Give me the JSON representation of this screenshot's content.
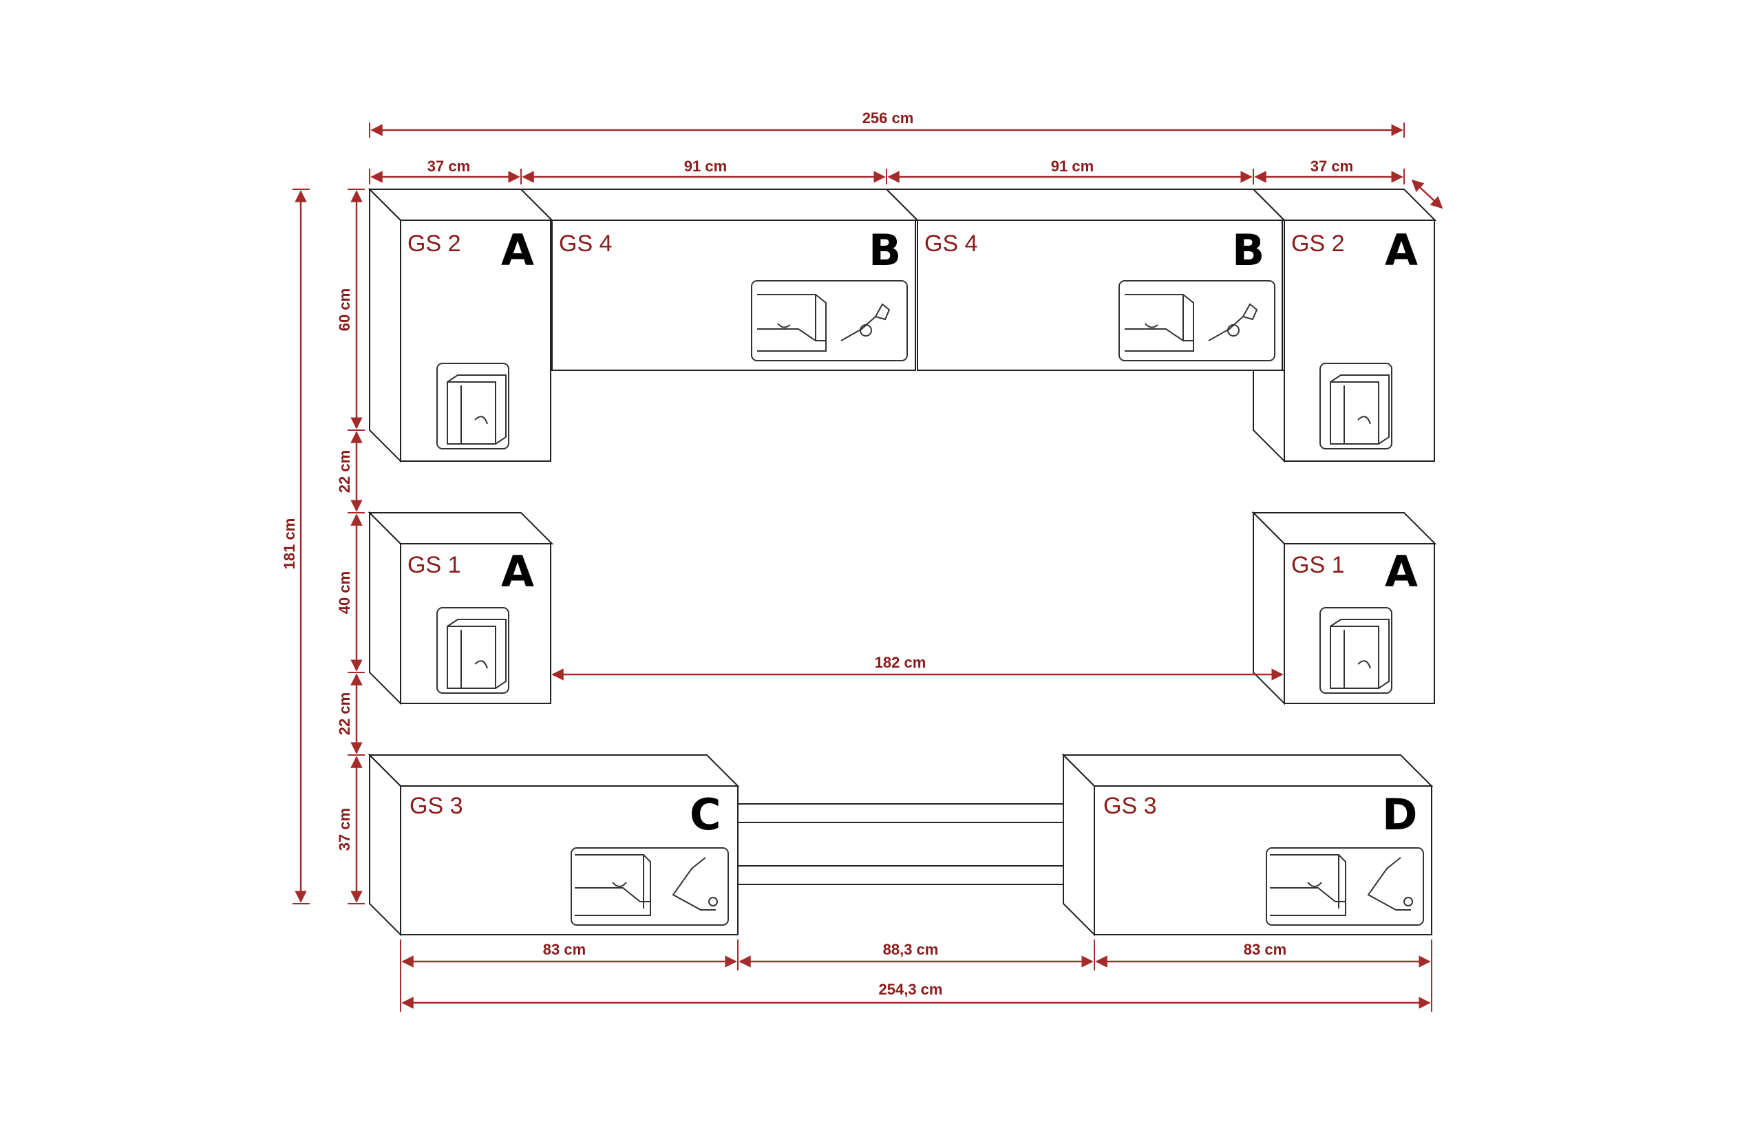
{
  "dimensions": {
    "total_top": "256 cm",
    "top_left_width": "37 cm",
    "top_mid1_width": "91 cm",
    "top_mid2_width": "91 cm",
    "top_right_width": "37 cm",
    "left_total": "181 cm",
    "row1_height": "60 cm",
    "gap1": "22 cm",
    "row2_height": "40 cm",
    "gap2": "22 cm",
    "row3_height": "37 cm",
    "inner_span": "182 cm",
    "bottom_left_width": "83 cm",
    "bottom_mid_width": "88,3 cm",
    "bottom_right_width": "83 cm",
    "total_bottom": "254,3 cm"
  },
  "modules": {
    "top_left": {
      "label": "GS 2",
      "letter": "A"
    },
    "top_mid1": {
      "label": "GS 4",
      "letter": "B"
    },
    "top_mid2": {
      "label": "GS 4",
      "letter": "B"
    },
    "top_right": {
      "label": "GS 2",
      "letter": "A"
    },
    "mid_left": {
      "label": "GS 1",
      "letter": "A"
    },
    "mid_right": {
      "label": "GS 1",
      "letter": "A"
    },
    "bot_left": {
      "label": "GS 3",
      "letter": "C"
    },
    "bot_right": {
      "label": "GS 3",
      "letter": "D"
    }
  },
  "colors": {
    "dimension": "#a52a2a",
    "label": "#8b1b1b",
    "outline": "#222222"
  }
}
